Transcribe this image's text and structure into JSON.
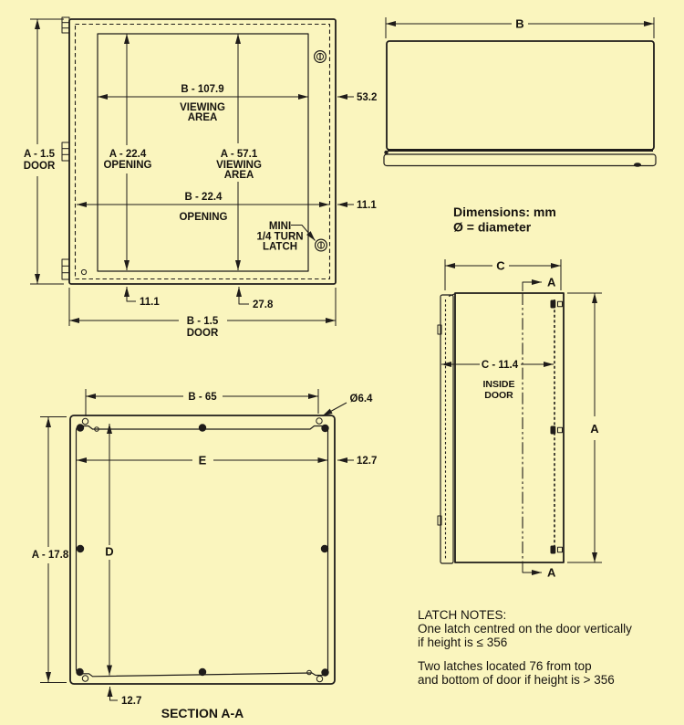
{
  "drawing": {
    "colors": {
      "background": "#faf5be",
      "line": "#1f1c1a"
    },
    "front_view": {
      "door_height": "A - 1.5",
      "door_height_sub": "DOOR",
      "viewing_width": "B - 107.9",
      "viewing_width_sub1": "VIEWING",
      "viewing_width_sub2": "AREA",
      "opening_height": "A - 22.4",
      "opening_height_sub": "OPENING",
      "viewing_height": "A - 57.1",
      "viewing_height_sub1": "VIEWING",
      "viewing_height_sub2": "AREA",
      "opening_width": "B - 22.4",
      "opening_width_sub": "OPENING",
      "flange_top": "53.2",
      "flange_side": "11.1",
      "latch_callout_line1": "MINI",
      "latch_callout_line2": "1/4 TURN",
      "latch_callout_line3": "LATCH",
      "hinge_offset": "11.1",
      "latch_offset": "27.8",
      "door_width": "B - 1.5",
      "door_width_sub": "DOOR"
    },
    "top_view": {
      "width": "B"
    },
    "legend": {
      "units": "Dimensions: mm",
      "diameter": "Ø = diameter"
    },
    "side_view": {
      "depth": "C",
      "section_top": "A",
      "inside_depth": "C - 11.4",
      "inside_label1": "INSIDE",
      "inside_label2": "DOOR",
      "height": "A",
      "section_bottom": "A"
    },
    "section_view": {
      "stud_span": "B - 65",
      "hole_dia": "Ø6.4",
      "panel_inset_right": "12.7",
      "panel_width": "E",
      "height": "A - 17.8",
      "panel_height": "D",
      "panel_inset_bottom": "12.7",
      "caption": "SECTION A-A"
    },
    "latch_notes": {
      "title": "LATCH NOTES:",
      "note1_line1": "One latch centred on the door vertically",
      "note1_line2": "if height is ≤ 356",
      "note2_line1": "Two latches located 76  from top",
      "note2_line2": "and bottom of door if height is > 356"
    }
  }
}
